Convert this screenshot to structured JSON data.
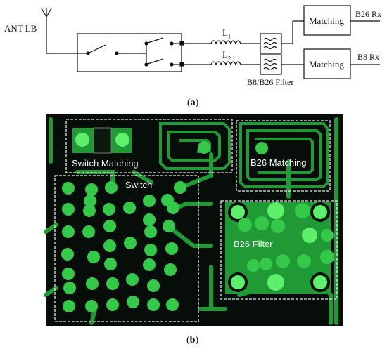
{
  "schematic": {
    "antenna_label": "ANT LB",
    "inductor1_label": "L",
    "inductor1_sub": "1",
    "inductor2_label": "L",
    "inductor2_sub": "2",
    "filter_label": "B8/B26 Filter",
    "matching_top": "Matching",
    "matching_bottom": "Matching",
    "output_top": "B26 Rx",
    "output_bottom": "B8 Rx"
  },
  "caption_a": "a",
  "pcb": {
    "switch_matching": "Switch Matching",
    "b26_matching": "B26 Matching",
    "switch": "Switch",
    "b26_filter": "B26 Filter"
  },
  "caption_b": "b",
  "colors": {
    "pcb_bg": "#070d08",
    "trace": "#1f9a35",
    "pad": "#35c94a",
    "pad_bright": "#5cf06b",
    "outline": "#e8e8e8"
  }
}
